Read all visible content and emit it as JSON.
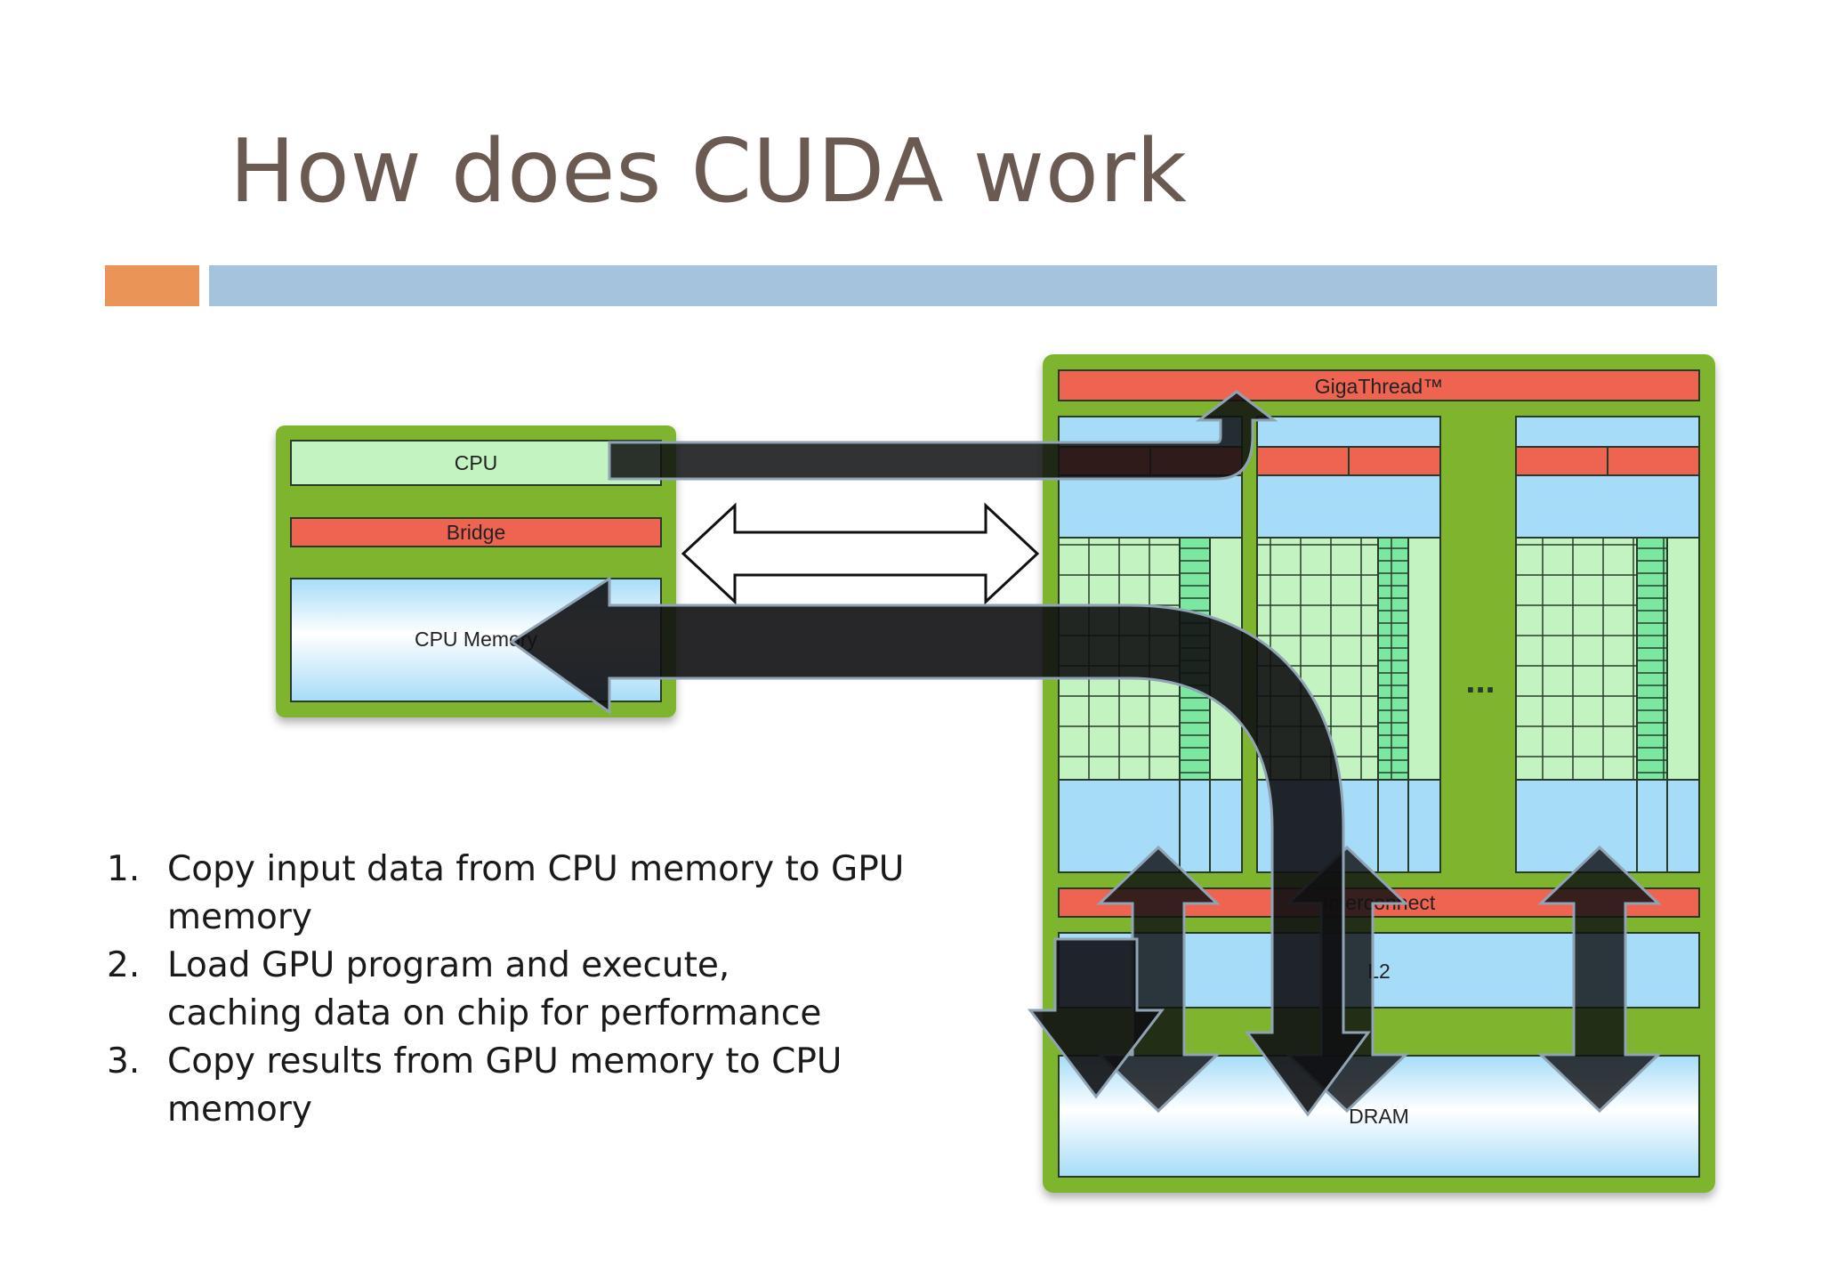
{
  "slide": {
    "title": "How does CUDA work"
  },
  "diagram": {
    "cpu_label": "CPU",
    "bridge_label": "Bridge",
    "cpu_memory_label": "CPU Memory",
    "gigathread_label": "GigaThread™",
    "interconnect_label": "Interconnect",
    "l2_label": "L2",
    "dram_label": "DRAM",
    "ellipsis": "...",
    "colors": {
      "board_green": "#7fb52e",
      "red_block": "#ef6450",
      "light_blue": "#a6dcf8",
      "light_green": "#c2f3c0",
      "arrow_dark": "#0f1012"
    }
  },
  "steps": [
    {
      "num": "1.",
      "line1": "Copy input data from CPU memory to GPU",
      "line2": "memory"
    },
    {
      "num": "2.",
      "line1": "Load GPU program and execute,",
      "line2": "caching data on chip for performance"
    },
    {
      "num": "3.",
      "line1": "Copy results from GPU memory to CPU memory",
      "line2": ""
    }
  ]
}
